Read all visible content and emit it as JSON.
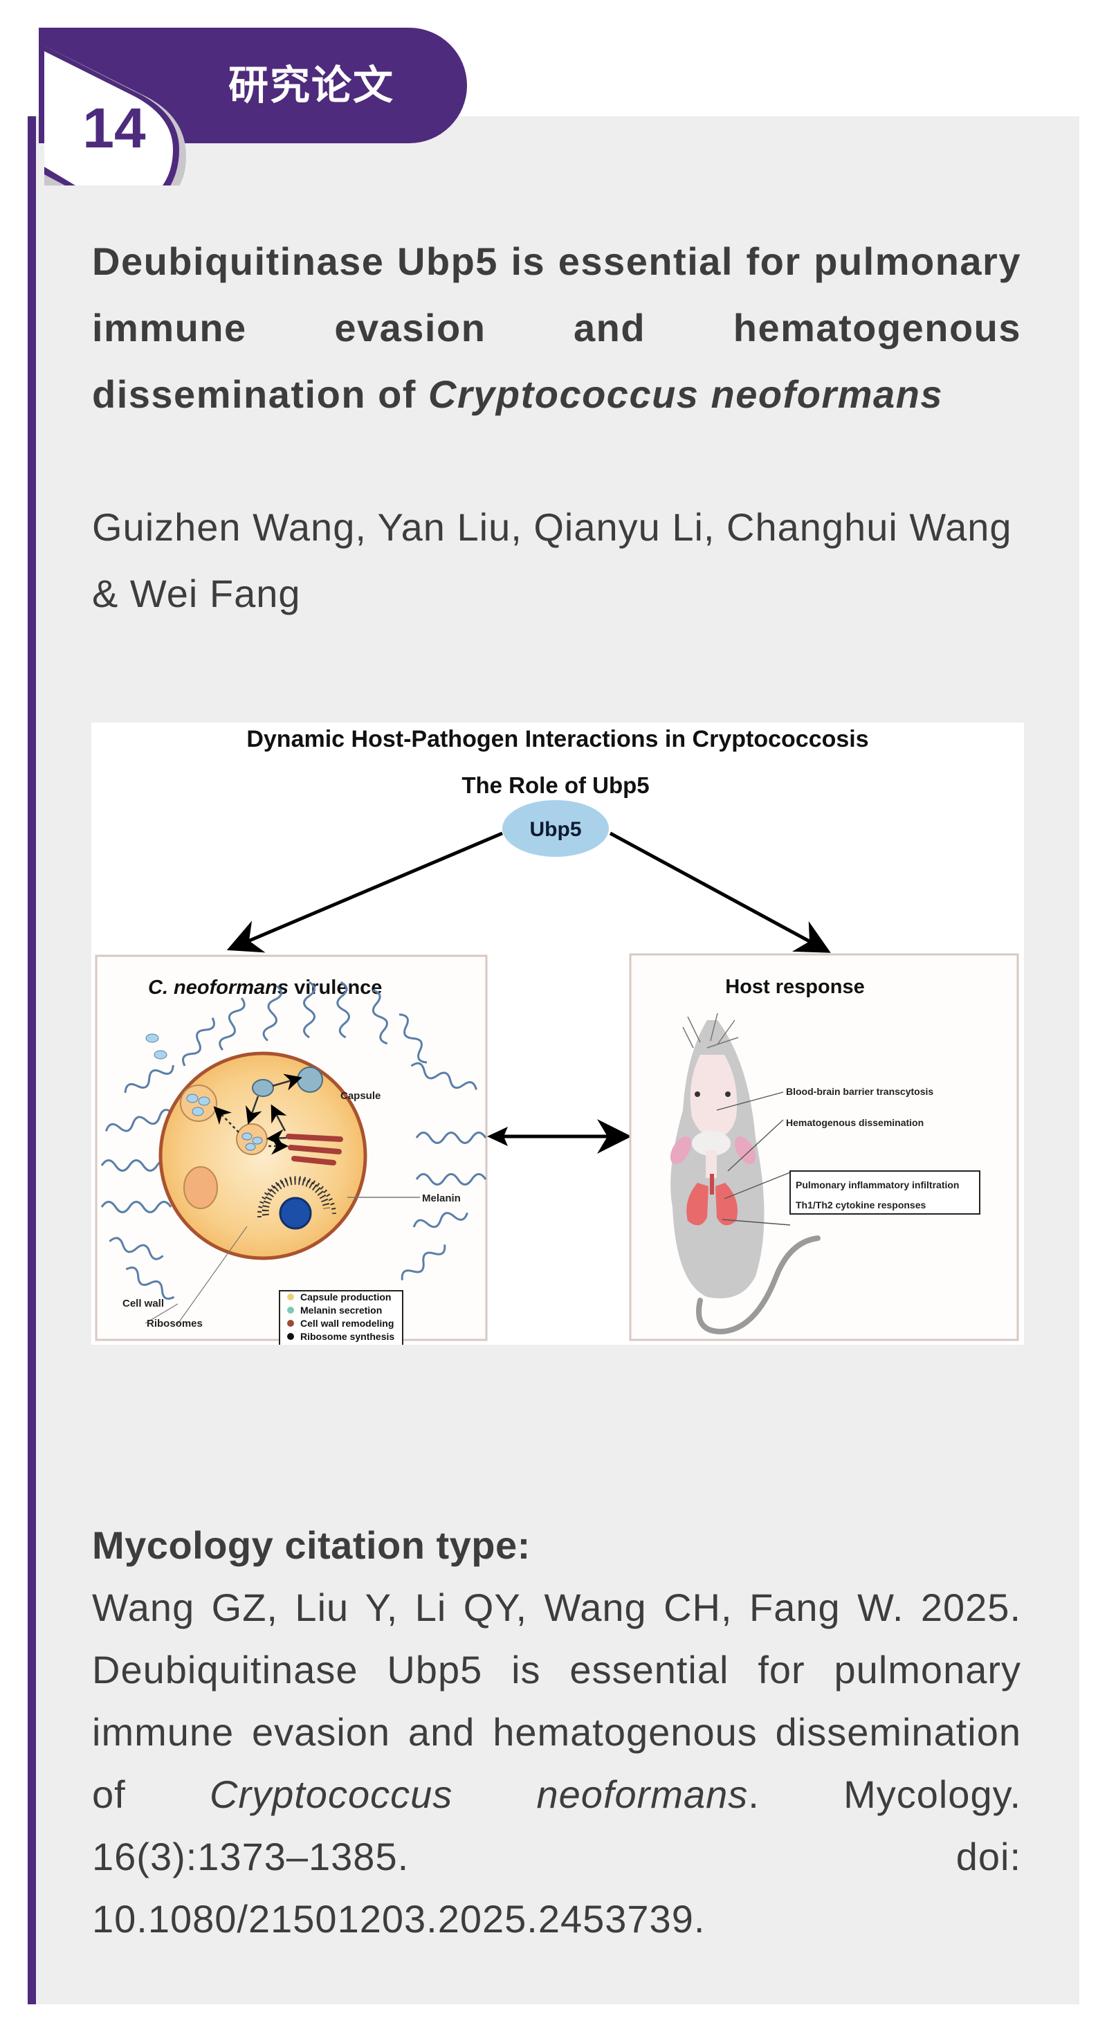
{
  "header": {
    "section_label": "研究论文",
    "number": "14"
  },
  "colors": {
    "brand_purple": "#4e2b7c",
    "panel_gray": "#eeeeee",
    "text": "#3d3d3d",
    "ubp5_node": "#a9d2ea",
    "cell_fill": "#f6c57a",
    "capsule_wave": "#5a7fa8"
  },
  "article": {
    "title_plain": "Deubiquitinase Ubp5 is essential for pulmonary immune evasion and hematogenous dissemination of",
    "title_italic": "Cryptococcus neoformans",
    "authors": "Guizhen Wang, Yan Liu, Qianyu Li, Changhui Wang & Wei Fang"
  },
  "figure": {
    "title": "Dynamic Host-Pathogen Interactions in Cryptococcosis",
    "subtitle": "The Role of Ubp5",
    "center_node": "Ubp5",
    "left_panel": {
      "title_italic": "C. neoformans",
      "title_plain": " virulence",
      "labels": {
        "capsule": "Capsule",
        "melanin": "Melanin",
        "cell_wall": "Cell wall",
        "ribosomes": "Ribosomes"
      },
      "legend": [
        {
          "label": "Capsule production",
          "color": "#e8d27a"
        },
        {
          "label": "Melanin secretion",
          "color": "#7ec8b4"
        },
        {
          "label": "Cell wall remodeling",
          "color": "#9a4a3a"
        },
        {
          "label": "Ribosome synthesis",
          "color": "#111111"
        }
      ]
    },
    "right_panel": {
      "title": "Host response",
      "labels": {
        "bbb": "Blood-brain barrier transcytosis",
        "hematogenous": "Hematogenous dissemination",
        "pulmonary": "Pulmonary inflammatory infiltration",
        "cytokine": "Th1/Th2 cytokine responses"
      }
    }
  },
  "citation": {
    "heading": "Mycology citation type:",
    "part1": "Wang GZ, Liu Y, Li QY, Wang CH, Fang W. 2025. Deubiquitinase Ubp5 is essential for pulmonary immune evasion and hematogenous dissemination of ",
    "species_italic": "Cryptococcus neoformans",
    "part2": ". Mycology. 16(3):1373–1385. doi: 10.1080/21501203.2025.2453739."
  }
}
